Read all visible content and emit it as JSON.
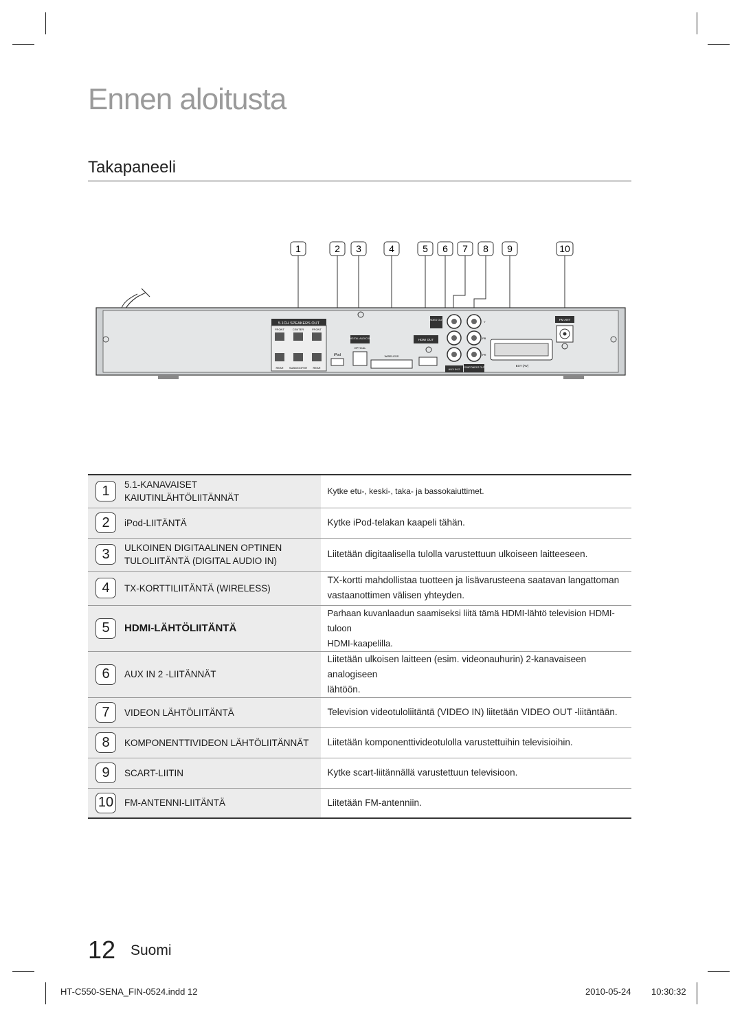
{
  "page": {
    "title": "Ennen aloitusta",
    "section": "Takapaneeli",
    "page_number": "12",
    "language": "Suomi"
  },
  "footer": {
    "file": "HT-C550-SENA_FIN-0524.indd   12",
    "date": "2010-05-24",
    "time": "10:30:32"
  },
  "diagram": {
    "callouts": [
      "1",
      "2",
      "3",
      "4",
      "5",
      "6",
      "7",
      "8",
      "9",
      "10"
    ],
    "panel_labels": {
      "speakers_out": "5.1CH SPEAKERS OUT",
      "front_l": "FRONT",
      "center": "CENTER",
      "front_r": "FRONT",
      "rear_l": "REAR",
      "subwoofer": "SUBWOOFER",
      "rear_r": "REAR",
      "ipod": "iPod",
      "digital_audio_in": "DIGITAL AUDIO IN",
      "optical": "OPTICAL",
      "wireless": "WIRELESS",
      "hdmi_out": "HDMI OUT",
      "video_out": "VIDEO OUT",
      "aux_in_2": "AUX IN 2",
      "component_out": "COMPONENT OUT",
      "y": "Y",
      "pb": "PB",
      "pr": "PR",
      "ext_av": "EXT (AV)",
      "fm_ant": "FM ANT"
    }
  },
  "table": {
    "rows": [
      {
        "num": "1",
        "label": "5.1-KANAVAISET KAIUTINLÄHTÖLIITÄNNÄT",
        "label_l1": "5.1-KANAVAISET",
        "label_l2": "KAIUTINLÄHTÖLIITÄNNÄT",
        "desc": "Kytke etu-, keski-, taka- ja bassokaiuttimet."
      },
      {
        "num": "2",
        "label": "iPod-LIITÄNTÄ",
        "desc": "Kytke iPod-telakan kaapeli tähän."
      },
      {
        "num": "3",
        "label_l1": "ULKOINEN DIGITAALINEN OPTINEN",
        "label_l2": "TULOLIITÄNTÄ (DIGITAL AUDIO IN)",
        "desc": "Liitetään digitaalisella tulolla varustettuun ulkoiseen laitteeseen."
      },
      {
        "num": "4",
        "label": "TX-KORTTILIITÄNTÄ (WIRELESS)",
        "desc_l1": "TX-kortti mahdollistaa tuotteen ja lisävarusteena saatavan langattoman",
        "desc_l2": "vastaanottimen välisen yhteyden."
      },
      {
        "num": "5",
        "label": "HDMI-LÄHTÖLIITÄNTÄ",
        "desc_l1": "Parhaan kuvanlaadun saamiseksi liitä tämä HDMI-lähtö television HDMI-tuloon",
        "desc_l2": "HDMI-kaapelilla."
      },
      {
        "num": "6",
        "label": "AUX IN 2 -LIITÄNNÄT",
        "desc_l1": "Liitetään ulkoisen laitteen (esim. videonauhurin) 2-kanavaiseen analogiseen",
        "desc_l2": "lähtöön."
      },
      {
        "num": "7",
        "label": "VIDEON LÄHTÖLIITÄNTÄ",
        "desc": "Television videotuloliitäntä (VIDEO IN) liitetään VIDEO OUT -liitäntään."
      },
      {
        "num": "8",
        "label": "KOMPONENTTIVIDEON LÄHTÖLIITÄNNÄT",
        "desc": "Liitetään komponenttivideotulolla varustettuihin televisioihin."
      },
      {
        "num": "9",
        "label": "SCART-LIITIN",
        "desc": "Kytke scart-liitännällä varustettuun televisioon."
      },
      {
        "num": "10",
        "label": "FM-ANTENNI-LIITÄNTÄ",
        "desc": "Liitetään FM-antenniin."
      }
    ]
  }
}
